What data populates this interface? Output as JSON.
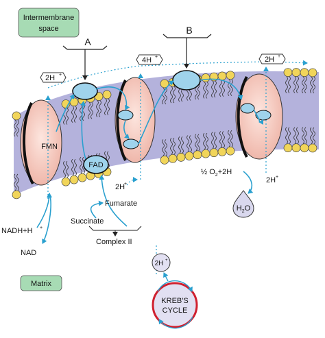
{
  "labels": {
    "intermembrane_line1": "Intermembrane",
    "intermembrane_line2": "space",
    "matrix": "Matrix",
    "label_a": "A",
    "label_b": "B",
    "fmn": "FMN",
    "fad": "FAD",
    "proton_2h_left": "2H",
    "proton_4h": "4H",
    "proton_2h_right": "2H",
    "proton_2h_mid": "2H",
    "proton_2h_water": "2H",
    "proton_2h_circle": "2H",
    "plus": "+",
    "fumarate": "Fumarate",
    "succinate": "Succinate",
    "complex_ii": "Complex II",
    "nadh": "NADH+H",
    "nad": "NAD",
    "oxygen": "½ O",
    "oxygen_sub": "2",
    "oxygen_rest": "+2H",
    "water_h": "H",
    "water_sub": "2",
    "water_o": "O",
    "kreb_line1": "KREB'S",
    "kreb_line2": "CYCLE"
  },
  "colors": {
    "membrane": "#b4b2dc",
    "lipid_head": "#f1d55a",
    "complex_fill": "#f7cfc4",
    "carrier": "#9fd3ec",
    "box_fill": "#a7dbb4",
    "arrow": "#2aa0cf",
    "kreb_fill": "#e2e0f2",
    "kreb_ring": "#d0202f"
  }
}
